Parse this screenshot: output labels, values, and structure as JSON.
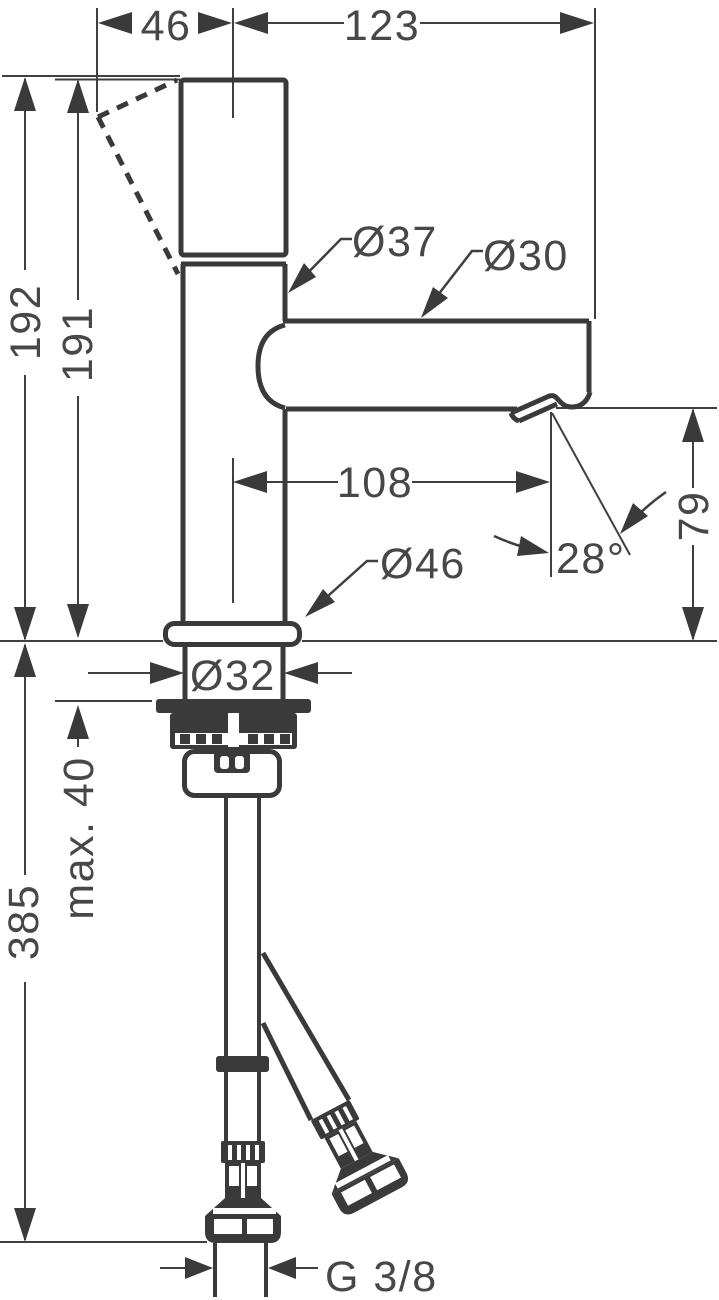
{
  "drawing": {
    "type": "technical-dimension-drawing",
    "subject": "single-hole basin mixer faucet, side elevation with mounting parts and supply hoses",
    "colors": {
      "line": "#3a3a3a",
      "text": "#474747",
      "background": "#ffffff"
    },
    "labels": {
      "handle_projection": "46",
      "spout_reach": "123",
      "total_height": "192",
      "handle_height": "191",
      "body_diameter": "Ø37",
      "spout_diameter": "Ø30",
      "outlet_distance": "108",
      "base_diameter": "Ø46",
      "outlet_height": "79",
      "outlet_angle": "28°",
      "shank_diameter": "Ø32",
      "max_counter_thickness": "max. 40",
      "hose_length": "385",
      "thread_size": "G 3/8"
    }
  }
}
